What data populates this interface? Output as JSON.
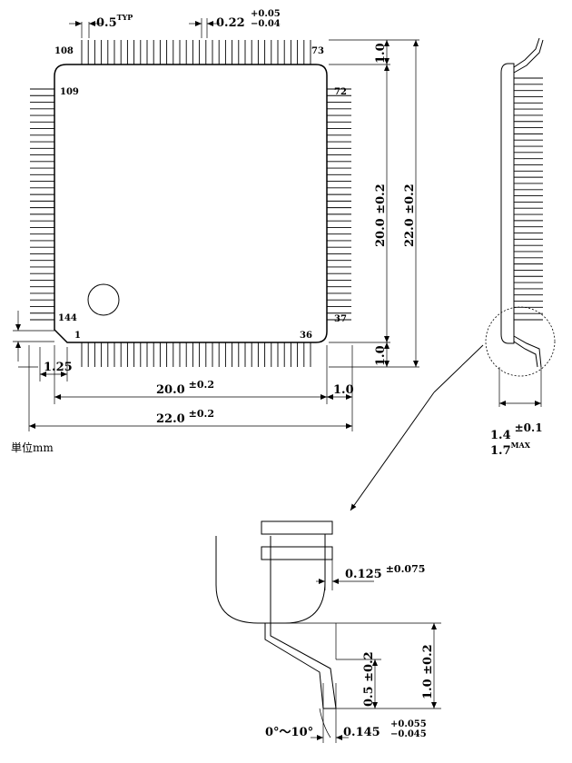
{
  "dims": {
    "pitch": "0.5",
    "pitch_sup": "TYP",
    "lead_width": "0.22",
    "lead_width_tol_plus": "+0.05",
    "lead_width_tol_minus": "−0.04",
    "body_20_horiz": "20.0",
    "body_20_horiz_tol": "±0.2",
    "overall_22_horiz": "22.0",
    "overall_22_horiz_tol": "±0.2",
    "lead_1_0_right": "1.0",
    "corner_1_25": "1.25",
    "body_20_vert": "20.0 ±0.2",
    "overall_22_vert": "22.0 ±0.2",
    "lead_1_0_top": "1.0",
    "lead_1_0_bottom": "1.0",
    "height_1_4": "1.4",
    "height_1_4_tol": "±0.1",
    "height_1_7": "1.7",
    "height_1_7_sup": "MAX",
    "lead_thk": "0.125",
    "lead_thk_tol": "±0.075",
    "standoff": "0.5 ±0.2",
    "lead_len": "1.0 ±0.2",
    "angle": "0°～10°",
    "foot": "0.145",
    "foot_tol_plus": "+0.055",
    "foot_tol_minus": "−0.045"
  },
  "pins": {
    "p108": "108",
    "p73": "73",
    "p109": "109",
    "p72": "72",
    "p144": "144",
    "p37": "37",
    "p1": "1",
    "p36": "36"
  },
  "unit_label": "単位mm"
}
